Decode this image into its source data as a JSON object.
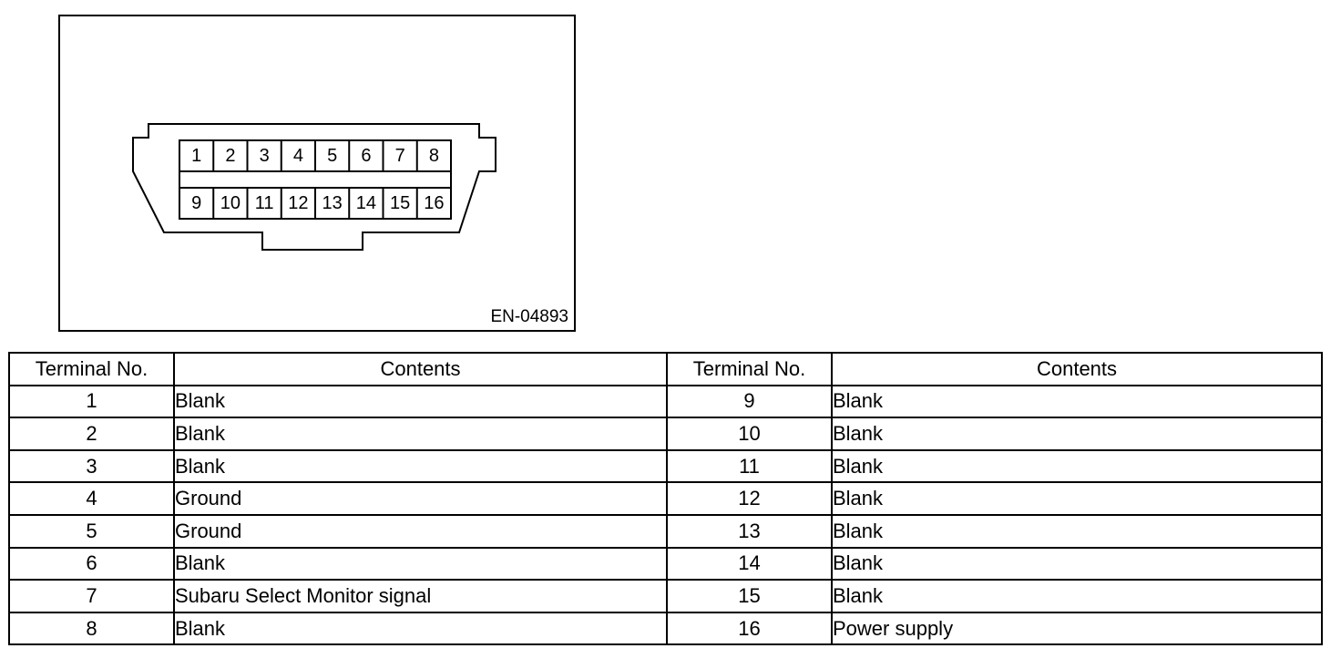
{
  "figure": {
    "code": "EN-04893",
    "pins_top_row": [
      "1",
      "2",
      "3",
      "4",
      "5",
      "6",
      "7",
      "8"
    ],
    "pins_bottom_row": [
      "9",
      "10",
      "11",
      "12",
      "13",
      "14",
      "15",
      "16"
    ]
  },
  "table": {
    "headers": [
      "Terminal No.",
      "Contents",
      "Terminal No.",
      "Contents"
    ],
    "rows": [
      {
        "left_no": "1",
        "left_contents": "Blank",
        "right_no": "9",
        "right_contents": "Blank"
      },
      {
        "left_no": "2",
        "left_contents": "Blank",
        "right_no": "10",
        "right_contents": "Blank"
      },
      {
        "left_no": "3",
        "left_contents": "Blank",
        "right_no": "11",
        "right_contents": "Blank"
      },
      {
        "left_no": "4",
        "left_contents": "Ground",
        "right_no": "12",
        "right_contents": "Blank"
      },
      {
        "left_no": "5",
        "left_contents": "Ground",
        "right_no": "13",
        "right_contents": "Blank"
      },
      {
        "left_no": "6",
        "left_contents": "Blank",
        "right_no": "14",
        "right_contents": "Blank"
      },
      {
        "left_no": "7",
        "left_contents": "Subaru Select Monitor signal",
        "right_no": "15",
        "right_contents": "Blank"
      },
      {
        "left_no": "8",
        "left_contents": "Blank",
        "right_no": "16",
        "right_contents": "Power supply"
      }
    ]
  }
}
